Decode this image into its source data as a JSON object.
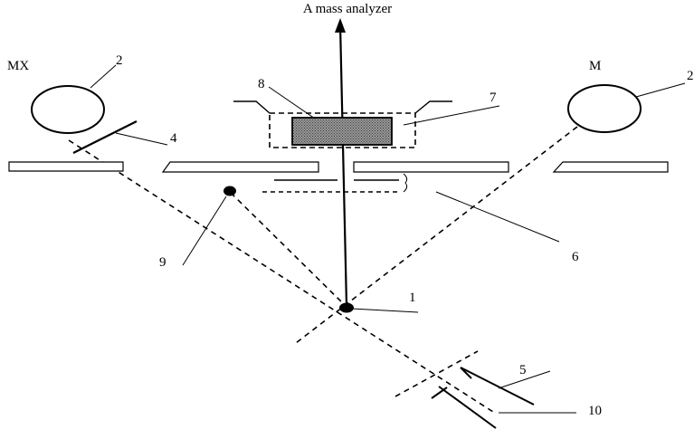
{
  "title": "A mass analyzer",
  "labels": {
    "mx": "MX",
    "m": "M",
    "n1": "1",
    "n2_left": "2",
    "n2_right": "2",
    "n4": "4",
    "n5": "5",
    "n6": "6",
    "n7": "7",
    "n8": "8",
    "n9": "9",
    "n10": "10"
  }
}
